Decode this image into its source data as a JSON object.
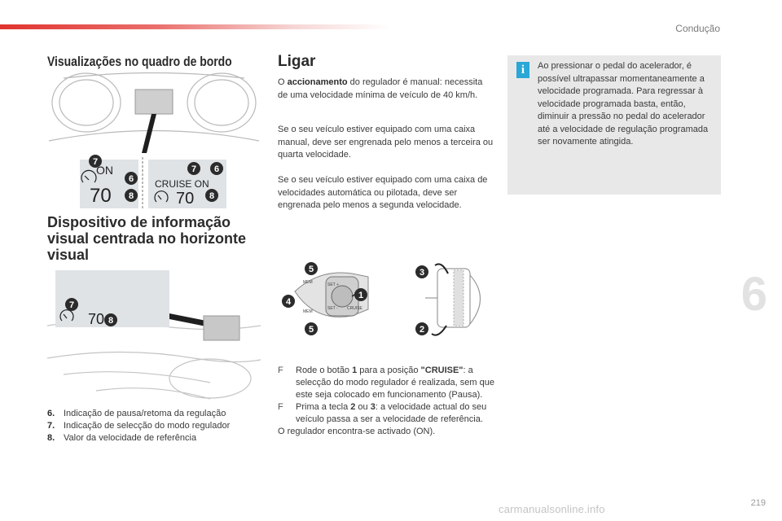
{
  "header": {
    "section": "Condução",
    "chapter_number": "6",
    "page_number": "219"
  },
  "left_column": {
    "heading1": "Visualizações no quadro de bordo",
    "fig1": {
      "left_panel": {
        "status": "ON",
        "speed": "70",
        "labels": [
          "7",
          "6",
          "8"
        ]
      },
      "right_panel": {
        "status": "CRUISE  ON",
        "speed": "70",
        "labels": [
          "7",
          "6",
          "8"
        ]
      }
    },
    "heading2": "Dispositivo de informação visual centrada no horizonte visual",
    "fig2": {
      "speed": "70",
      "labels": [
        "7",
        "8"
      ]
    },
    "legend": [
      {
        "num": "6.",
        "text": "Indicação de pausa/retoma da regulação"
      },
      {
        "num": "7.",
        "text": "Indicação de selecção do modo regulador"
      },
      {
        "num": "8.",
        "text": "Valor da velocidade de referência"
      }
    ]
  },
  "middle_column": {
    "heading": "Ligar",
    "p1_prefix": "O ",
    "p1_bold": "accionamento",
    "p1_rest": " do regulador é manual: necessita de uma velocidade mínima de veículo de 40 km/h.",
    "p2": "Se o seu veículo estiver equipado com uma caixa manual, deve ser engrenada pelo menos a terceira ou quarta velocidade.",
    "p3": "Se o seu veículo estiver equipado com uma caixa de velocidades automática ou pilotada, deve ser engrenada pelo menos a segunda velocidade.",
    "fig3": {
      "labels": [
        "5",
        "4",
        "1",
        "5",
        "3",
        "2"
      ],
      "switch_labels": [
        "MEM",
        "MEM",
        "SET +",
        "SET -",
        "CRUISE"
      ]
    },
    "steps": [
      {
        "symbol": "F",
        "t1": "Rode o botão ",
        "b1": "1",
        "t2": " para a posição ",
        "b2": "\"CRUISE\"",
        "t3": ": a selecção do modo regulador é realizada, sem que este seja colocado em funcionamento (Pausa)."
      },
      {
        "symbol": "F",
        "t1": "Prima a tecla ",
        "b1": "2",
        "t2": " ou ",
        "b2": "3",
        "t3": ": a velocidade actual do seu veículo passa a ser a velocidade de referência."
      }
    ],
    "closing": "O regulador encontra-se activado (ON)."
  },
  "info_box": {
    "icon": "i",
    "text": "Ao pressionar o pedal do acelerador, é possível ultrapassar momentaneamente a velocidade programada. Para regressar à velocidade programada basta, então, diminuir a pressão no pedal do acelerador até a velocidade de regulação programada ser novamente atingida."
  },
  "footer": {
    "watermark": "carmanualsonline.info"
  },
  "colors": {
    "accent_red": "#e0342f",
    "info_blue": "#29a7d6",
    "info_bg": "#e8e8e8",
    "label_dark": "#2b2b2b"
  }
}
